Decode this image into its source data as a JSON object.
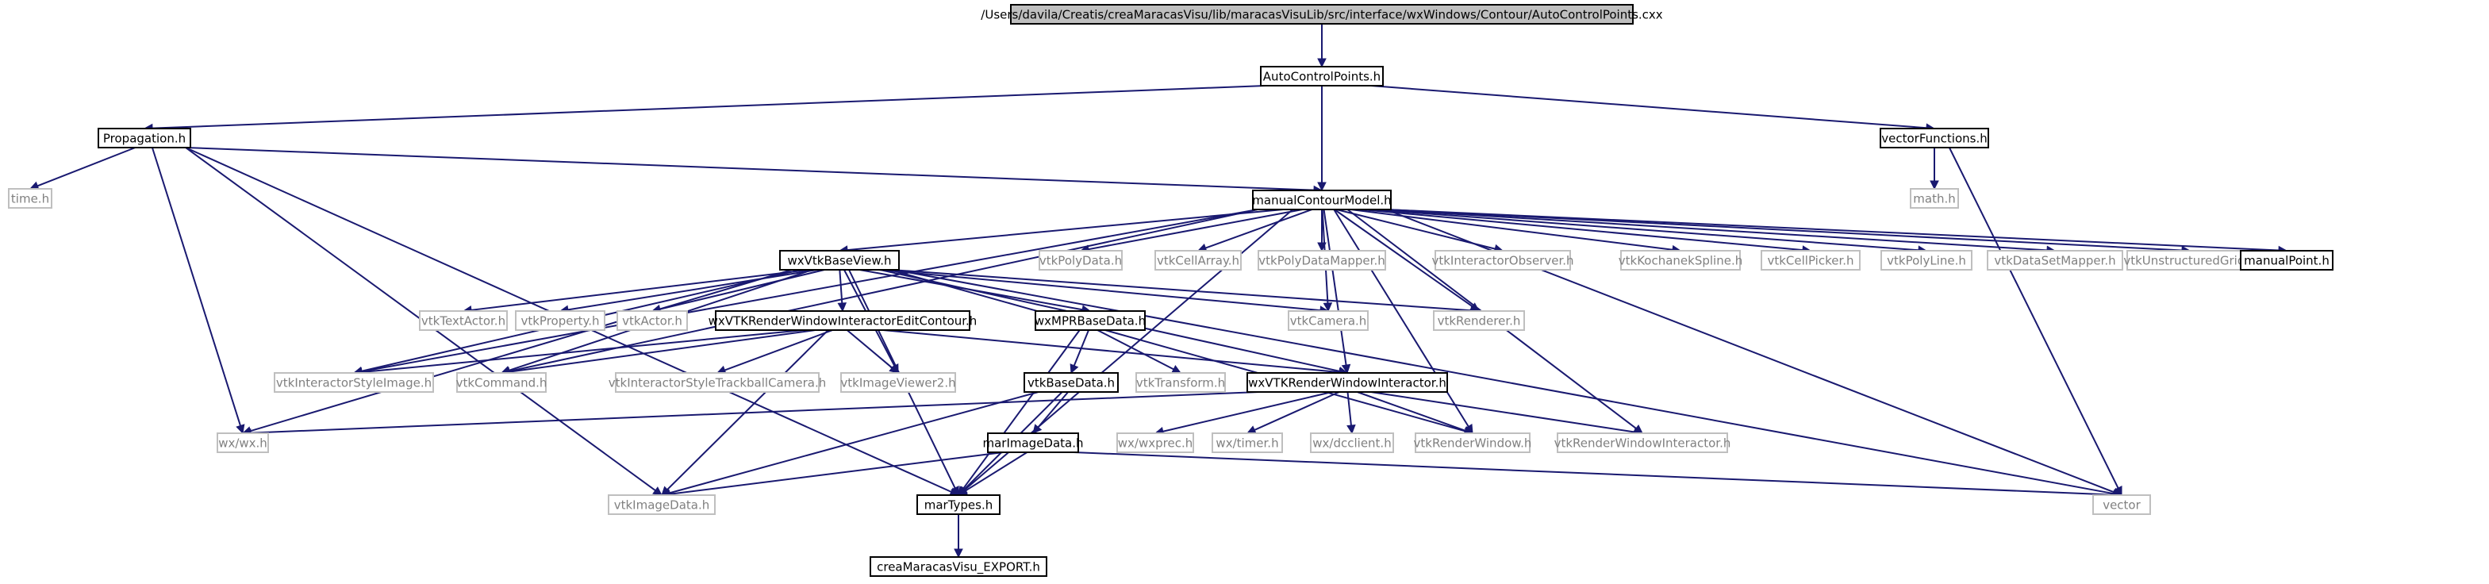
{
  "nodes": [
    {
      "id": "root",
      "label": "/Users/davila/Creatis/creaMaracasVisu/lib/maracasVisuLib/src/interface/wxWindows/Contour/AutoControlPoints.cxx",
      "style": "root"
    },
    {
      "id": "acp",
      "label": "AutoControlPoints.h",
      "style": "doc"
    },
    {
      "id": "prop",
      "label": "Propagation.h",
      "style": "doc"
    },
    {
      "id": "vf",
      "label": "vectorFunctions.h",
      "style": "doc"
    },
    {
      "id": "time",
      "label": "time.h",
      "style": "sys"
    },
    {
      "id": "math",
      "label": "math.h",
      "style": "sys"
    },
    {
      "id": "mcm",
      "label": "manualContourModel.h",
      "style": "doc"
    },
    {
      "id": "wxvbv",
      "label": "wxVtkBaseView.h",
      "style": "doc"
    },
    {
      "id": "vpd",
      "label": "vtkPolyData.h",
      "style": "sys"
    },
    {
      "id": "vca",
      "label": "vtkCellArray.h",
      "style": "sys"
    },
    {
      "id": "vpdm",
      "label": "vtkPolyDataMapper.h",
      "style": "sys"
    },
    {
      "id": "vio",
      "label": "vtkInteractorObserver.h",
      "style": "sys"
    },
    {
      "id": "vks",
      "label": "vtkKochanekSpline.h",
      "style": "sys"
    },
    {
      "id": "vcp",
      "label": "vtkCellPicker.h",
      "style": "sys"
    },
    {
      "id": "vpl",
      "label": "vtkPolyLine.h",
      "style": "sys"
    },
    {
      "id": "vdsm",
      "label": "vtkDataSetMapper.h",
      "style": "sys"
    },
    {
      "id": "vug",
      "label": "vtkUnstructuredGrid.h",
      "style": "sys"
    },
    {
      "id": "mp",
      "label": "manualPoint.h",
      "style": "doc"
    },
    {
      "id": "vta",
      "label": "vtkTextActor.h",
      "style": "sys"
    },
    {
      "id": "vprop",
      "label": "vtkProperty.h",
      "style": "sys"
    },
    {
      "id": "vact",
      "label": "vtkActor.h",
      "style": "sys"
    },
    {
      "id": "wxrwiec",
      "label": "wxVTKRenderWindowInteractorEditContour.h",
      "style": "doc"
    },
    {
      "id": "wxmpr",
      "label": "wxMPRBaseData.h",
      "style": "doc"
    },
    {
      "id": "vcam",
      "label": "vtkCamera.h",
      "style": "sys"
    },
    {
      "id": "vren",
      "label": "vtkRenderer.h",
      "style": "sys"
    },
    {
      "id": "visi",
      "label": "vtkInteractorStyleImage.h",
      "style": "sys"
    },
    {
      "id": "vcmd",
      "label": "vtkCommand.h",
      "style": "sys"
    },
    {
      "id": "vistc",
      "label": "vtkInteractorStyleTrackballCamera.h",
      "style": "sys"
    },
    {
      "id": "viv2",
      "label": "vtkImageViewer2.h",
      "style": "sys"
    },
    {
      "id": "vbd",
      "label": "vtkBaseData.h",
      "style": "doc"
    },
    {
      "id": "vtr",
      "label": "vtkTransform.h",
      "style": "sys"
    },
    {
      "id": "wxrwi",
      "label": "wxVTKRenderWindowInteractor.h",
      "style": "doc"
    },
    {
      "id": "wxwx",
      "label": "wx/wx.h",
      "style": "sys"
    },
    {
      "id": "wxprec",
      "label": "wx/wxprec.h",
      "style": "sys"
    },
    {
      "id": "wxtimer",
      "label": "wx/timer.h",
      "style": "sys"
    },
    {
      "id": "wxdc",
      "label": "wx/dcclient.h",
      "style": "sys"
    },
    {
      "id": "vrw",
      "label": "vtkRenderWindow.h",
      "style": "sys"
    },
    {
      "id": "vrwi",
      "label": "vtkRenderWindowInteractor.h",
      "style": "sys"
    },
    {
      "id": "mid",
      "label": "marImageData.h",
      "style": "doc"
    },
    {
      "id": "vid",
      "label": "vtkImageData.h",
      "style": "sys"
    },
    {
      "id": "mt",
      "label": "marTypes.h",
      "style": "doc"
    },
    {
      "id": "vec",
      "label": "vector",
      "style": "sys"
    },
    {
      "id": "export",
      "label": "creaMaracasVisu_EXPORT.h",
      "style": "doc"
    }
  ],
  "edges": [
    [
      "root",
      "acp"
    ],
    [
      "acp",
      "prop"
    ],
    [
      "acp",
      "mcm"
    ],
    [
      "acp",
      "vf"
    ],
    [
      "vf",
      "math"
    ],
    [
      "vf",
      "vec"
    ],
    [
      "prop",
      "time"
    ],
    [
      "prop",
      "mcm"
    ],
    [
      "prop",
      "wxwx"
    ],
    [
      "prop",
      "mt"
    ],
    [
      "prop",
      "vid"
    ],
    [
      "mcm",
      "wxvbv"
    ],
    [
      "mcm",
      "vpd"
    ],
    [
      "mcm",
      "vca"
    ],
    [
      "mcm",
      "vpdm"
    ],
    [
      "mcm",
      "vio"
    ],
    [
      "mcm",
      "vks"
    ],
    [
      "mcm",
      "vcp"
    ],
    [
      "mcm",
      "vpl"
    ],
    [
      "mcm",
      "vdsm"
    ],
    [
      "mcm",
      "vug"
    ],
    [
      "mcm",
      "mp"
    ],
    [
      "mcm",
      "visi"
    ],
    [
      "mcm",
      "vcmd"
    ],
    [
      "mcm",
      "vcam"
    ],
    [
      "mcm",
      "vren"
    ],
    [
      "mcm",
      "wxrwi"
    ],
    [
      "mcm",
      "vrw"
    ],
    [
      "mcm",
      "vrwi"
    ],
    [
      "mcm",
      "vec"
    ],
    [
      "mcm",
      "mt"
    ],
    [
      "wxvbv",
      "vta"
    ],
    [
      "wxvbv",
      "vprop"
    ],
    [
      "wxvbv",
      "vact"
    ],
    [
      "wxvbv",
      "wxrwiec"
    ],
    [
      "wxvbv",
      "wxmpr"
    ],
    [
      "wxvbv",
      "vcam"
    ],
    [
      "wxvbv",
      "vren"
    ],
    [
      "wxvbv",
      "visi"
    ],
    [
      "wxvbv",
      "vcmd"
    ],
    [
      "wxvbv",
      "viv2"
    ],
    [
      "wxvbv",
      "wxwx"
    ],
    [
      "wxvbv",
      "wxrwi"
    ],
    [
      "wxvbv",
      "vrw"
    ],
    [
      "wxvbv",
      "mt"
    ],
    [
      "wxvbv",
      "vec"
    ],
    [
      "wxrwiec",
      "visi"
    ],
    [
      "wxrwiec",
      "vcmd"
    ],
    [
      "wxrwiec",
      "vistc"
    ],
    [
      "wxrwiec",
      "viv2"
    ],
    [
      "wxrwiec",
      "wxrwi"
    ],
    [
      "wxrwiec",
      "vid"
    ],
    [
      "wxmpr",
      "vbd"
    ],
    [
      "wxmpr",
      "vtr"
    ],
    [
      "wxmpr",
      "mt"
    ],
    [
      "vbd",
      "mid"
    ],
    [
      "vbd",
      "mt"
    ],
    [
      "vbd",
      "vid"
    ],
    [
      "wxrwi",
      "wxwx"
    ],
    [
      "wxrwi",
      "wxprec"
    ],
    [
      "wxrwi",
      "wxtimer"
    ],
    [
      "wxrwi",
      "wxdc"
    ],
    [
      "wxrwi",
      "vrw"
    ],
    [
      "wxrwi",
      "vrwi"
    ],
    [
      "mid",
      "vid"
    ],
    [
      "mid",
      "mt"
    ],
    [
      "mid",
      "vec"
    ],
    [
      "mt",
      "export"
    ]
  ],
  "colors": {
    "edge": "#191970",
    "root_fill": "#bfbfbf",
    "doc_stroke": "#000000",
    "sys_stroke": "#bfbfbf",
    "sys_text": "#808080",
    "doc_text": "#000000"
  }
}
